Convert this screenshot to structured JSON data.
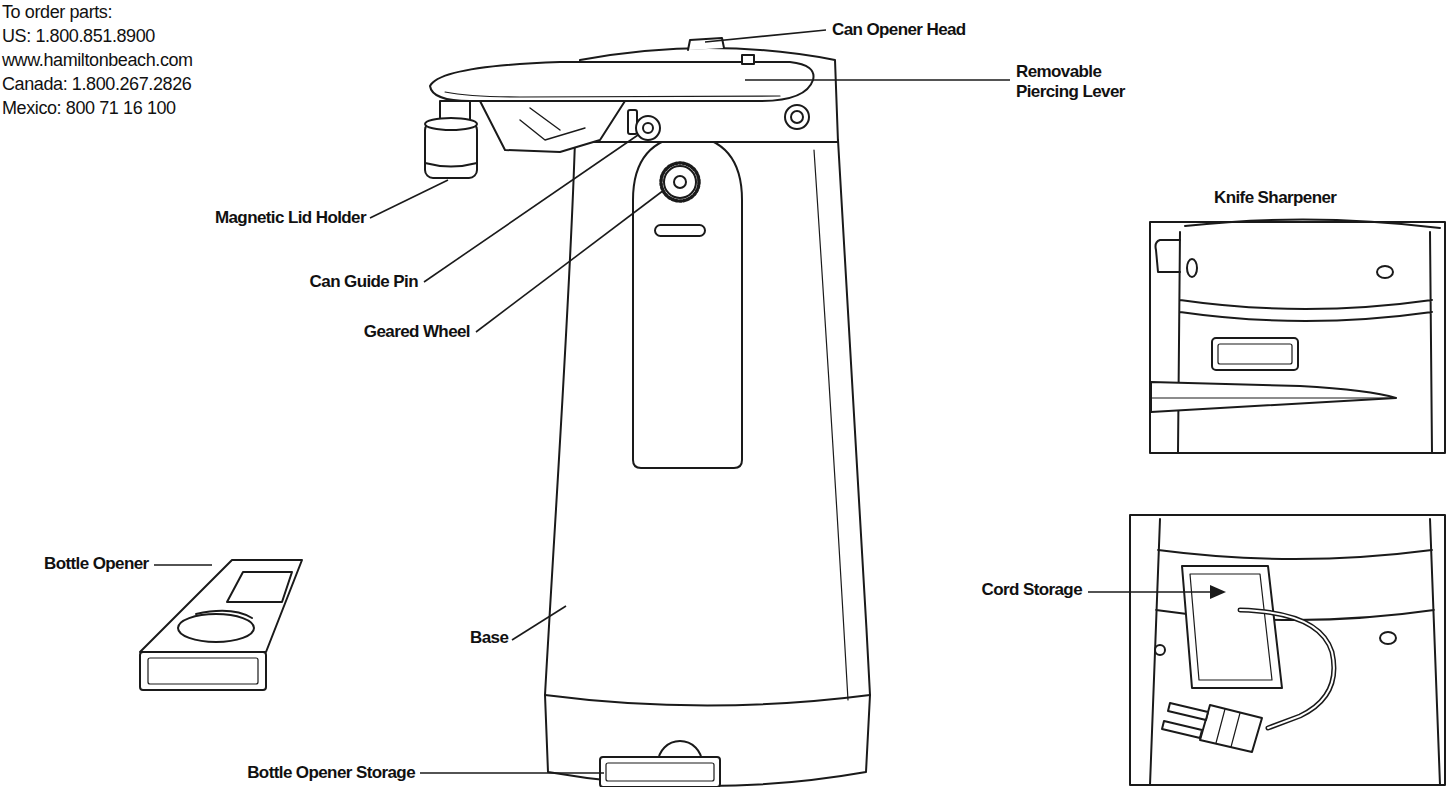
{
  "diagram": {
    "labels": [
      "To order parts:",
      "US: 1.800.851.8900",
      "www.hamiltonbeach.com",
      "Canada: 1.800.267.2826",
      "Mexico: 800 71 16 100",
      "Can Opener Head",
      "Removable Piercing Lever",
      "Knife Sharpener",
      "Magnetic Lid Holder",
      "Can Guide Pin",
      "Geared Wheel",
      "Bottle Opener",
      "Cord Storage",
      "Base",
      "Bottle Opener Storage"
    ]
  }
}
